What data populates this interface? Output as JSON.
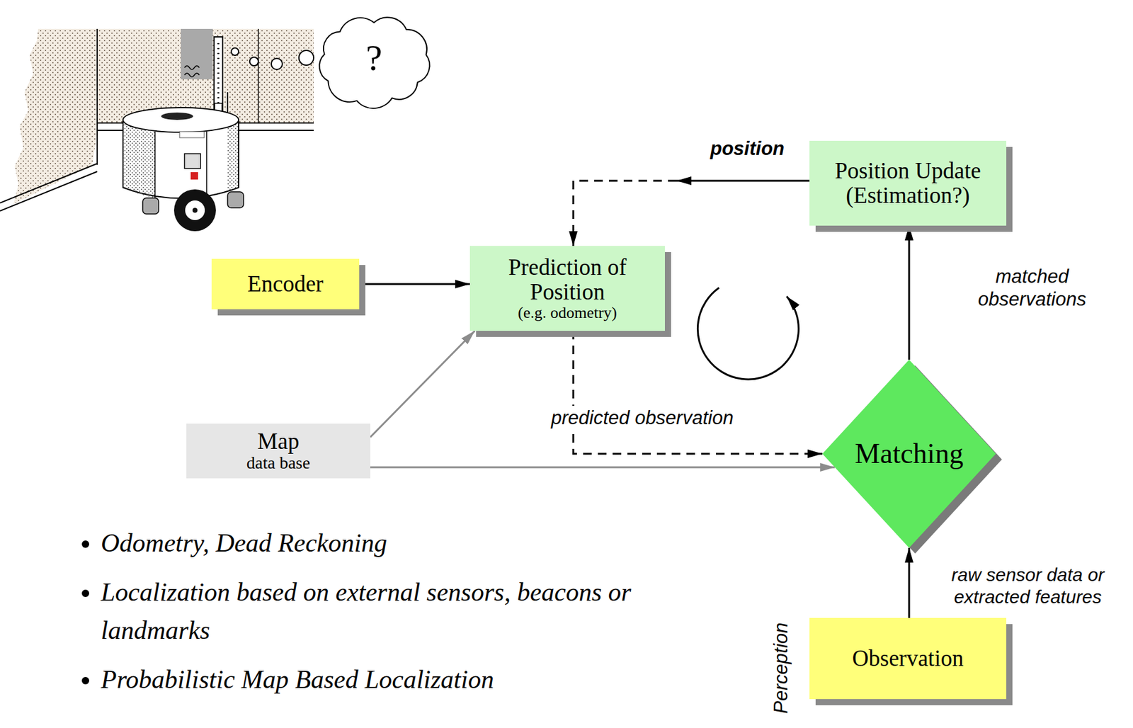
{
  "diagram": {
    "nodes": [
      {
        "text": [
          "Encoder"
        ]
      },
      {
        "text": [
          "Prediction of Position",
          "(e.g. odometry)"
        ]
      },
      {
        "text": [
          "Position Update (Estimation?)"
        ]
      },
      {
        "text": [
          "Map",
          "data base"
        ]
      },
      {
        "text": [
          "Matching"
        ]
      },
      {
        "text": [
          "Observation"
        ]
      }
    ],
    "edges": [
      {
        "from": 0,
        "to": 1,
        "arrow": "to"
      },
      {
        "from": 3,
        "to": 1,
        "arrow": "to"
      },
      {
        "from": 3,
        "to": 4,
        "arrow": "to"
      },
      {
        "from": 1,
        "to": 4,
        "label": "predicted observation",
        "arrow": "to"
      },
      {
        "from": 5,
        "to": 4,
        "label": "raw sensor data or extracted features",
        "arrow": "to"
      },
      {
        "from": 4,
        "to": 2,
        "label": "matched observations",
        "arrow": "to"
      },
      {
        "from": 2,
        "to": 1,
        "label": "position",
        "arrow": "to"
      }
    ],
    "labels": [
      "?",
      "Odometry, Dead Reckoning",
      "Localization based on external sensors, beacons or landmarks",
      "Probabilistic Map Based Localization",
      "Perception"
    ]
  }
}
